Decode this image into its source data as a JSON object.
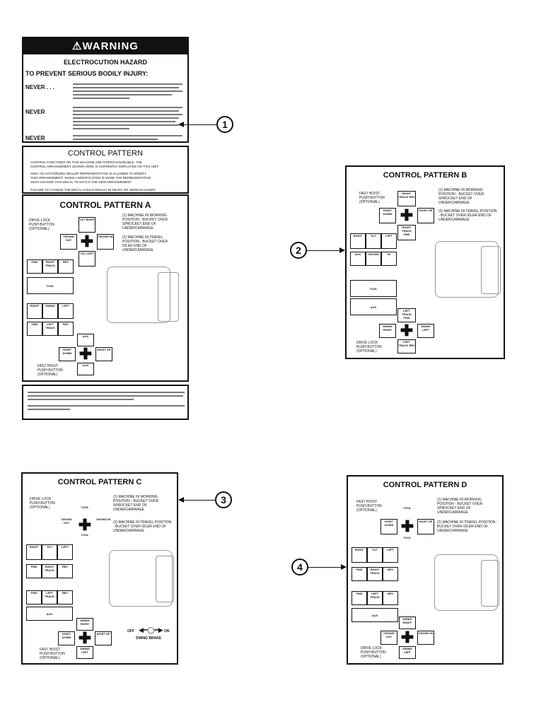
{
  "decal1": {
    "warning_title": "⚠WARNING",
    "electro": "ELECTROCUTION HAZARD",
    "prevent": "TO PREVENT SERIOUS BODILY INJURY:",
    "never1": "NEVER . . .",
    "never2": "NEVER",
    "never3": "NEVER",
    "cp_title": "CONTROL PATTERN",
    "cp_line1": "CONTROL FUNCTIONS ON THIS MACHINE ARE INTERCHANGEABLE. THE",
    "cp_line2": "CONTROL ARRANGEMENT SHOWN HERE IS CURRENTLY EMPLOYED ON THIS UNIT",
    "cp_line3": "ONLY AN AUTHORIZED DEALER REPRESENTATIVE IS ALLOWED TO MODIFY",
    "cp_line4": "THIS ARRANGEMENT. WHEN A MODIFICATION IS MADE THE REPRESENTATIVE",
    "cp_line5": "MUST CHANGE THIS DECAL TO MATCH THE NEW ARRANGEMENT",
    "cp_line6": "FAILURE TO CHANGE THE DECAL COULD RESULT IN DEATH OR SERIOUS INJURY"
  },
  "patterns": {
    "a": {
      "title": "CONTROL PATTERN A",
      "drive_lock": "DRIVE LOCK PUSH BUTTON (OPTIONAL)",
      "note1": "(1) MACHINE IN WORKING POSITION - BUCKET OVER SPROCKET END OF UNDERCARRIAGE",
      "note2": "(2) MACHINE IN TRAVEL POSITION - BUCKET OVER IDLER END OF UNDERCARRIAGE",
      "fast_hoist": "FAST HOIST PUSH BUTTON (OPTIONAL)",
      "tilt_right": "TILT RIGHT",
      "tilt_left": "TILT LEFT",
      "crowd_out": "CROWD OUT",
      "crowd_in": "CROWD IN",
      "right": "RIGHT",
      "fwd": "FWD",
      "right_track": "RIGHT TRACK",
      "rev": "REV",
      "tool": "TOOL",
      "swing": "SWING",
      "left": "LEFT",
      "left_track": "LEFT TRACK",
      "aux": "AUX",
      "hoist_down": "HOIST DOWN",
      "hoist_up": "HOIST UP"
    },
    "b": {
      "title": "CONTROL PATTERN B",
      "fast_hoist": "FAST HOIST PUSH BUTTON (OPTIONAL)",
      "note1": "(1) MACHINE IN WORKING POSITION - BUCKET OVER SPROCKET END OF UNDERCARRIAGE",
      "note2": "(2) MACHINE IN TRAVEL POSITION - BUCKET OVER IDLER END OF UNDERCARRIAGE",
      "drive_lock": "DRIVE LOCK PUSH BUTTON (OPTIONAL)",
      "right_track_rev": "RIGHT TRACK REV",
      "right_track_fwd": "RIGHT TRACK FWD",
      "hoist_down": "HOIST DOWN",
      "hoist_up": "HOIST UP",
      "right": "RIGHT",
      "tilt": "TILT",
      "left": "LEFT",
      "aux": "AUX",
      "crowd": "CROWD",
      "in": "IN",
      "tool": "TOOL",
      "left_track_fwd": "LEFT TRACK FWD",
      "left_track_rev": "LEFT TRACK REV",
      "swing_right": "SWING RIGHT",
      "swing_left": "SWING LEFT"
    },
    "c": {
      "title": "CONTROL PATTERN C",
      "drive_lock": "DRIVE LOCK PUSH BUTTON (OPTIONAL)",
      "note1": "(1) MACHINE IN WORKING POSITION - BUCKET OVER SPROCKET END OF UNDERCARRIAGE",
      "note2": "(2) MACHINE IN TRAVEL POSITION - BUCKET OVER IDLER END OF UNDERCARRIAGE",
      "fast_hoist": "FAST HOIST PUSH BUTTON (OPTIONAL)",
      "tool": "TOOL",
      "crowd_out": "CROWD OUT",
      "crowd_in": "CROWD IN",
      "right": "RIGHT",
      "tilt": "TILT",
      "left": "LEFT",
      "fwd": "FWD",
      "right_track": "RIGHT TRACK",
      "rev": "REV",
      "left_track": "LEFT TRACK",
      "aux": "AUX",
      "swing_right": "SWING RIGHT",
      "hoist_down": "HOIST DOWN",
      "hoist_up": "HOIST UP",
      "swing_left": "SWING LEFT",
      "off": "OFF",
      "on": "ON",
      "swing_brake": "SWING BRAKE"
    },
    "d": {
      "title": "CONTROL PATTERN D",
      "fast_hoist": "FAST HOIST PUSH BUTTON (OPTIONAL)",
      "note1": "(1) MACHINE IN WORKING POSITION - BUCKET OVER SPROCKET END OF UNDERCARRIAGE",
      "note2": "(2) MACHINE IN TRAVEL POSITION - BUCKET OVER IDLER END OF UNDERCARRIAGE",
      "drive_lock": "DRIVE LOCK PUSH BUTTON (OPTIONAL)",
      "tool": "TOOL",
      "hoist_down": "HOIST DOWN",
      "hoist_up": "HOIST UP",
      "right": "RIGHT",
      "tilt": "TILT",
      "left": "LEFT",
      "fwd": "FWD",
      "right_track": "RIGHT TRACK",
      "rev": "REV",
      "left_track": "LEFT TRACK",
      "aux": "AUX",
      "swing_right": "SWING RIGHT",
      "crowd_out": "CROWD OUT",
      "crowd_in": "CROWD IN",
      "swing_left": "SWING LEFT"
    }
  },
  "callouts": [
    "1",
    "2",
    "3",
    "4"
  ]
}
